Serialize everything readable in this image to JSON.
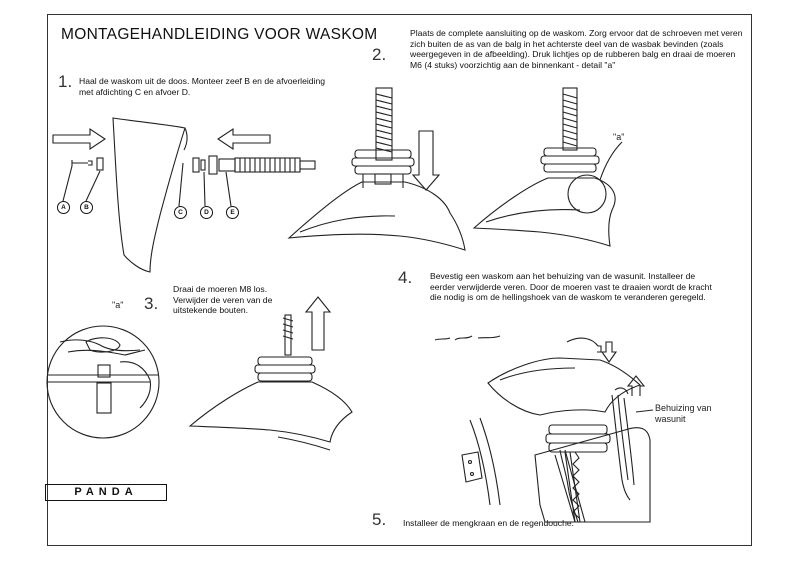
{
  "title": "MONTAGEHANDLEIDING VOOR WASKOM",
  "steps": [
    {
      "num": "1.",
      "text": "Haal de waskom uit de doos. Monteer zeef B en de afvoerleiding met afdichting C en afvoer D."
    },
    {
      "num": "2.",
      "text": "Plaats de complete aansluiting op de waskom. Zorg ervoor dat de schroeven met veren zich buiten de as van de balg in het achterste deel van de wasbak bevinden (zoals weergegeven in de afbeelding). Druk lichtjes op de rubberen balg en draai de moeren M6 (4 stuks) voorzichtig aan de binnenkant - detail \"a\""
    },
    {
      "num": "3.",
      "text": "Draai de moeren M8 los. Verwijder de veren van de uitstekende bouten."
    },
    {
      "num": "4.",
      "text": "Bevestig een waskom aan het behuizing van de wasunit. Installeer de eerder verwijderde veren. Door de moeren vast te draaien wordt de kracht die nodig is om de hellingshoek van de waskom te veranderen geregeld."
    },
    {
      "num": "5.",
      "text": "Installeer de mengkraan en de regendouche."
    }
  ],
  "part_labels": [
    "A",
    "B",
    "C",
    "D",
    "E"
  ],
  "detail_label": "\"a\"",
  "housing_label": "Behuizing van wasunit",
  "brand": "PANDA"
}
